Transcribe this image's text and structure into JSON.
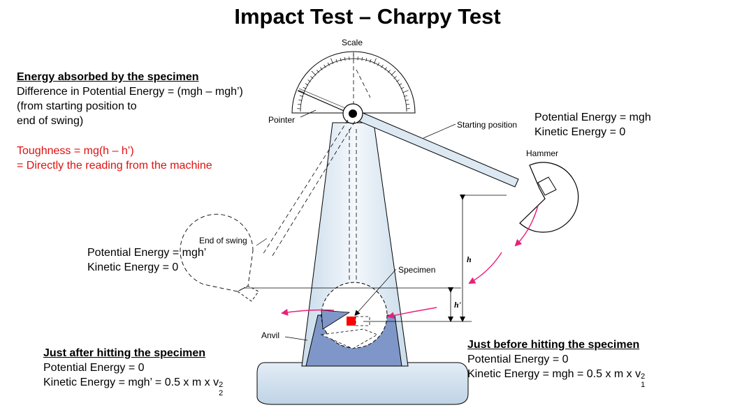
{
  "title": "Impact Test – Charpy Test",
  "left_notes": {
    "heading": "Energy absorbed by the specimen",
    "line1": "Difference in Potential Energy = (mgh – mgh’)",
    "line2": "(from starting position to",
    "line3": "end of swing)",
    "toughness1": "Toughness = mg(h – h’)",
    "toughness2": "= Directly the reading from the machine"
  },
  "end_swing_notes": {
    "pe": "Potential Energy = mgh’",
    "ke": "Kinetic Energy = 0"
  },
  "start_notes": {
    "pe": "Potential Energy = mgh",
    "ke": "Kinetic Energy = 0"
  },
  "after_hit": {
    "heading": "Just after hitting the specimen",
    "pe": "Potential Energy = 0",
    "ke": "Kinetic Energy = mgh’ = 0.5 x m x v",
    "ke_sub": "2",
    "ke_sup": "2"
  },
  "before_hit": {
    "heading": "Just before hitting the specimen",
    "pe": "Potential Energy = 0",
    "ke": "Kinetic Energy = mgh = 0.5 x m x v",
    "ke_sub": "1",
    "ke_sup": "2"
  },
  "diagram_labels": {
    "scale": "Scale",
    "pointer": "Pointer",
    "starting_position": "Starting position",
    "hammer": "Hammer",
    "end_of_swing": "End of swing",
    "specimen": "Specimen",
    "anvil": "Anvil",
    "h": "h",
    "h_prime": "h'"
  },
  "colors": {
    "red_text": "#e01010",
    "magenta_arrow": "#e8207a",
    "column_fill": "#dce8f2",
    "anvil_fill": "#7f97c8",
    "base_fill": "#cfe0ee",
    "specimen": "#ff0000"
  }
}
